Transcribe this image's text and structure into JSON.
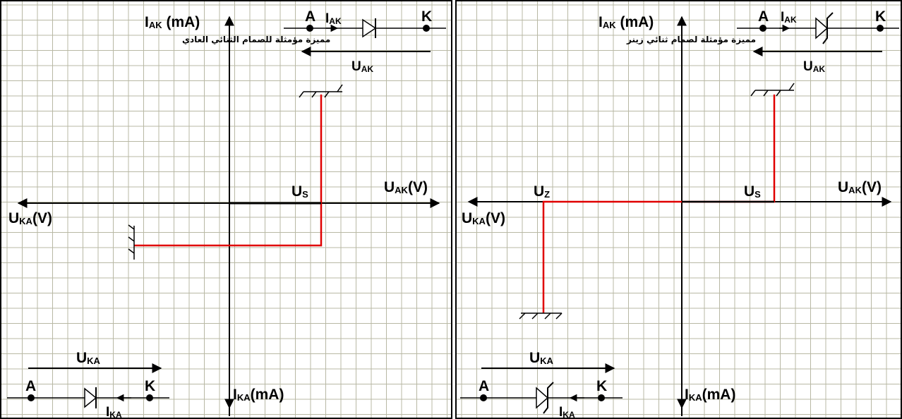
{
  "colors": {
    "grid": "#b8b8a4",
    "axis": "#000000",
    "curve": "#e00000",
    "background": "#ffffff"
  },
  "left_panel": {
    "caption": "مميزة مؤمثلة للصمام الثنائي العادي",
    "y_axis_top": {
      "main": "I",
      "sub": "AK",
      "unit": "(mA)"
    },
    "y_axis_bottom": {
      "main": "I",
      "sub": "KA",
      "unit": "(mA)"
    },
    "x_axis_right": {
      "main": "U",
      "sub": "AK",
      "unit": "(V)"
    },
    "x_axis_left": {
      "main": "U",
      "sub": "KA",
      "unit": "(V)"
    },
    "threshold": {
      "main": "U",
      "sub": "S"
    },
    "top_circuit": {
      "anode": "A",
      "cathode": "K",
      "current": {
        "main": "I",
        "sub": "AK"
      },
      "voltage": {
        "main": "U",
        "sub": "AK"
      }
    },
    "bottom_circuit": {
      "anode": "A",
      "cathode": "K",
      "current": {
        "main": "I",
        "sub": "KA"
      },
      "voltage": {
        "main": "U",
        "sub": "KA"
      }
    }
  },
  "right_panel": {
    "caption": "مميزة مؤمثلة لصمام ثنائي زينر",
    "y_axis_top": {
      "main": "I",
      "sub": "AK",
      "unit": "(mA)"
    },
    "y_axis_bottom": {
      "main": "I",
      "sub": "KA",
      "unit": "(mA)"
    },
    "x_axis_right": {
      "main": "U",
      "sub": "AK",
      "unit": "(V)"
    },
    "x_axis_left": {
      "main": "U",
      "sub": "KA",
      "unit": "(V)"
    },
    "threshold": {
      "main": "U",
      "sub": "S"
    },
    "zener": {
      "main": "U",
      "sub": "Z"
    },
    "top_circuit": {
      "anode": "A",
      "cathode": "K",
      "current": {
        "main": "I",
        "sub": "AK"
      },
      "voltage": {
        "main": "U",
        "sub": "AK"
      }
    },
    "bottom_circuit": {
      "anode": "A",
      "cathode": "K",
      "current": {
        "main": "I",
        "sub": "KA"
      },
      "voltage": {
        "main": "U",
        "sub": "KA"
      }
    }
  }
}
